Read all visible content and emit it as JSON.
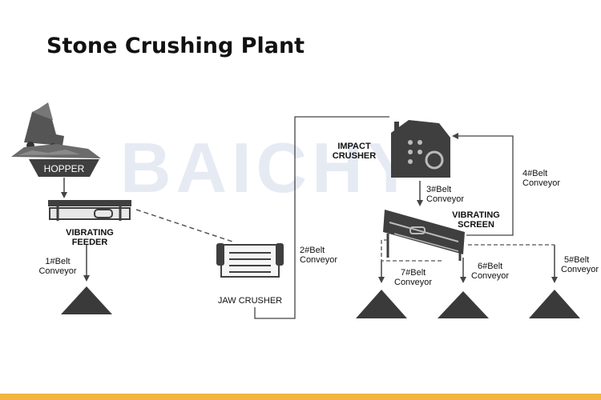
{
  "title": "Stone Crushing Plant",
  "watermark": {
    "text": "BAICHY"
  },
  "colors": {
    "accent_bar": "#F2B540",
    "machine": "#3f3f3f",
    "line": "#444444",
    "watermark": "#c8d2e6"
  },
  "equipment": {
    "hopper": "HOPPER",
    "vibrating_feeder": [
      "VIBRATING",
      "FEEDER"
    ],
    "jaw_crusher": "JAW CRUSHER",
    "impact_crusher": [
      "IMPACT",
      "CRUSHER"
    ],
    "vibrating_screen": [
      "VIBRATING",
      "SCREEN"
    ]
  },
  "conveyors": {
    "belt1": [
      "1#Belt",
      "Conveyor"
    ],
    "belt2": [
      "2#Belt",
      "Conveyor"
    ],
    "belt3": [
      "3#Belt",
      "Conveyor"
    ],
    "belt4": [
      "4#Belt",
      "Conveyor"
    ],
    "belt5": [
      "5#Belt",
      "Conveyor"
    ],
    "belt6": [
      "6#Belt",
      "Conveyor"
    ],
    "belt7": [
      "7#Belt",
      "Conveyor"
    ]
  }
}
